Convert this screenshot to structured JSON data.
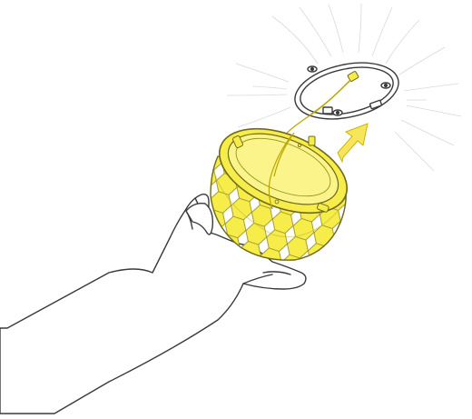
{
  "colors": {
    "background": "#ffffff",
    "outline": "#3a3a3a",
    "sensor_yellow": "#f6ec4a",
    "sensor_yellow_light": "#fbf48a",
    "sensor_outline": "#6f6a1c",
    "arrow_yellow": "#f7e65a",
    "light_rays": "#d8d8d8",
    "cable": "#b9a600"
  },
  "parts": {
    "mounting_ring": "mounting-ring",
    "sensor_dome": "hexagonal-sensor-dome",
    "hand": "hand-holding-sensor",
    "direction": "arrow-up-right"
  }
}
